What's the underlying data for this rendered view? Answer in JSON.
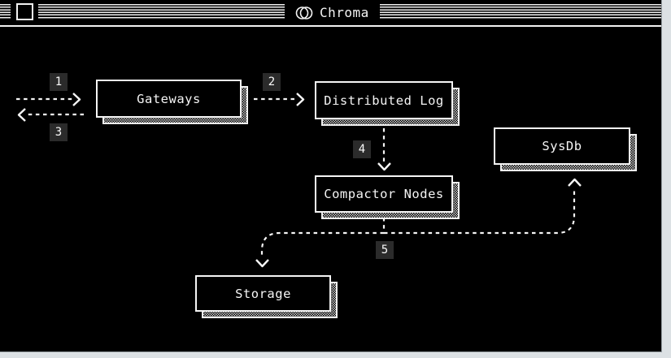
{
  "titlebar": {
    "title": "Chroma"
  },
  "diagram": {
    "nodes": [
      {
        "id": "gateways",
        "label": "Gateways"
      },
      {
        "id": "distributed-log",
        "label": "Distributed Log"
      },
      {
        "id": "sysdb",
        "label": "SysDb"
      },
      {
        "id": "compactor-nodes",
        "label": "Compactor Nodes"
      },
      {
        "id": "storage",
        "label": "Storage"
      }
    ],
    "badges": [
      {
        "label": "1"
      },
      {
        "label": "2"
      },
      {
        "label": "3"
      },
      {
        "label": "4"
      },
      {
        "label": "5"
      }
    ]
  },
  "colors": {
    "window_background": "#000000",
    "foreground": "#ffffff",
    "badge_background": "#2b2b2b",
    "page_background": "#dce1e4"
  }
}
